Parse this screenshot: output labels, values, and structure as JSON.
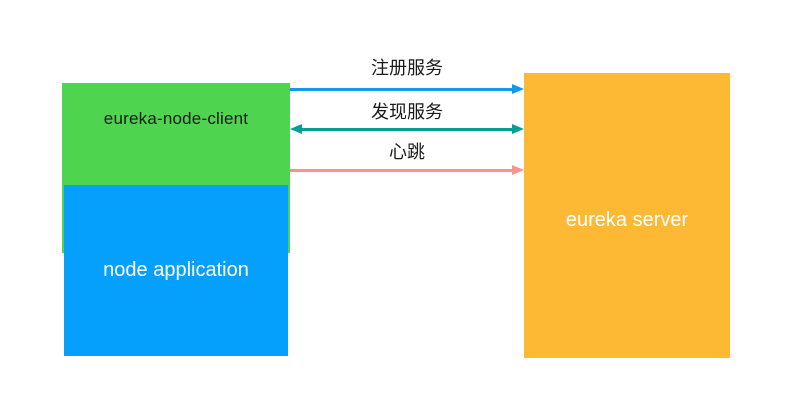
{
  "diagram": {
    "background": "#ffffff",
    "label_color": "#1a1a1a",
    "nodes": [
      {
        "id": "eureka-node-client",
        "label": "eureka-node-client",
        "fill": "#4ED44F",
        "text_color": "#1a1a1a"
      },
      {
        "id": "node-application",
        "label": "node application",
        "fill": "#04A0FB",
        "text_color": "#ffffff"
      },
      {
        "id": "eureka-server",
        "label": "eureka server",
        "fill": "#FDB933",
        "text_color": "#ffffff"
      }
    ],
    "arrows": [
      {
        "id": "register",
        "label": "注册服务",
        "color": "#0E9AF2",
        "from": "eureka-node-client",
        "to": "eureka-server",
        "heads": "right"
      },
      {
        "id": "discover",
        "label": "发现服务",
        "color": "#04A096",
        "from": "eureka-node-client",
        "to": "eureka-server",
        "heads": "both"
      },
      {
        "id": "heartbeat",
        "label": "心跳",
        "color": "#F9938D",
        "from": "eureka-node-client",
        "to": "eureka-server",
        "heads": "right"
      }
    ]
  }
}
